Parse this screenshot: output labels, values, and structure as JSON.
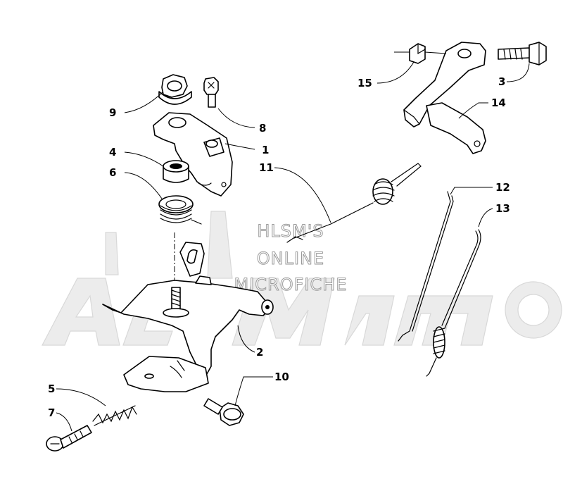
{
  "watermark": {
    "line1": "HLSM'S",
    "line2": "ONLINE",
    "line3": "MICROFICHE"
  },
  "callouts": [
    {
      "id": "1",
      "label": "1"
    },
    {
      "id": "2",
      "label": "2"
    },
    {
      "id": "3",
      "label": "3"
    },
    {
      "id": "4",
      "label": "4"
    },
    {
      "id": "5",
      "label": "5"
    },
    {
      "id": "6",
      "label": "6"
    },
    {
      "id": "7",
      "label": "7"
    },
    {
      "id": "8",
      "label": "8"
    },
    {
      "id": "9",
      "label": "9"
    },
    {
      "id": "10",
      "label": "10"
    },
    {
      "id": "11",
      "label": "11"
    },
    {
      "id": "12",
      "label": "12"
    },
    {
      "id": "13",
      "label": "13"
    },
    {
      "id": "14",
      "label": "14"
    },
    {
      "id": "15",
      "label": "15"
    }
  ],
  "colors": {
    "line": "#000000",
    "background": "#ffffff",
    "logo_shadow": "#ececec"
  }
}
